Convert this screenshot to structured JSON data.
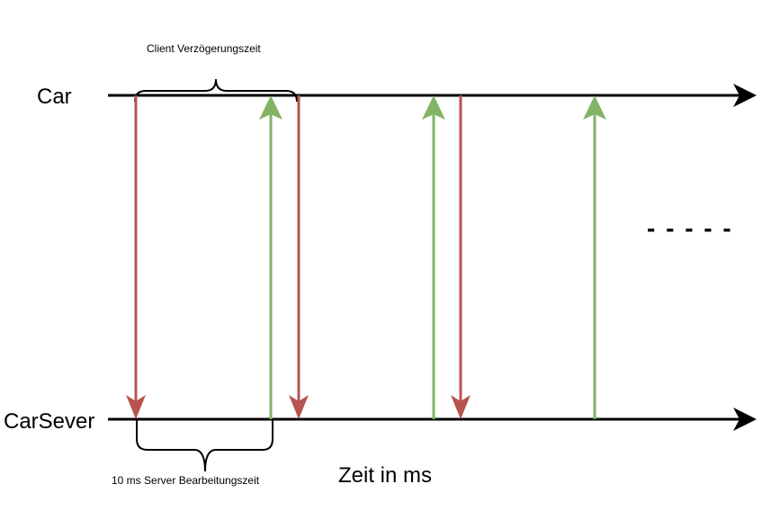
{
  "lanes": {
    "top": "Car",
    "bottom": "CarSever"
  },
  "annotations": {
    "client_delay": "Client Verzögerungszeit",
    "server_processing": "10 ms Server Bearbeitungszeit"
  },
  "axis": {
    "caption": "Zeit in ms"
  },
  "continuation": "- - - - -",
  "colors": {
    "timeline": "#000000",
    "request_arrow": "#b85450",
    "response_arrow": "#82b366"
  },
  "messages": [
    {
      "direction": "request",
      "color": "request_arrow"
    },
    {
      "direction": "response",
      "color": "response_arrow"
    },
    {
      "direction": "request",
      "color": "request_arrow"
    },
    {
      "direction": "response",
      "color": "response_arrow"
    },
    {
      "direction": "request",
      "color": "request_arrow"
    },
    {
      "direction": "response",
      "color": "response_arrow"
    }
  ]
}
